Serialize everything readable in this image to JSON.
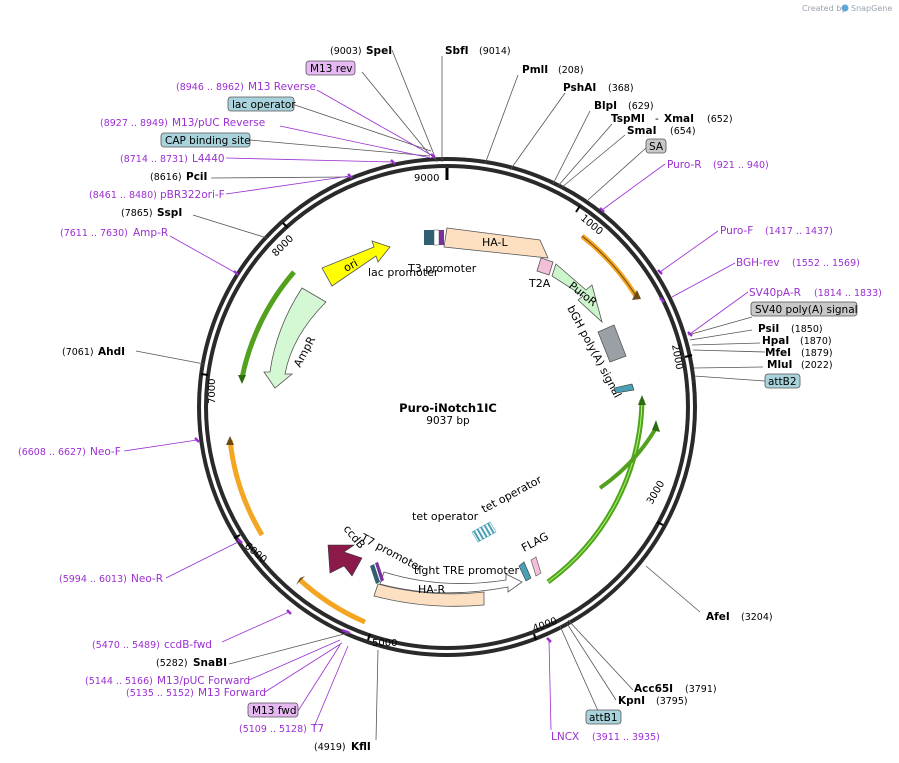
{
  "brand": {
    "prefix": "Created by",
    "name": "SnapGene"
  },
  "plasmid": {
    "name": "Puro-iNotch1IC",
    "length": "9037 bp"
  },
  "ticks": [
    "1000",
    "2000",
    "3000",
    "4000",
    "5000",
    "6000",
    "7000",
    "8000",
    "9000"
  ],
  "sites": {
    "spei": {
      "name": "SpeI",
      "pos": "(9003)"
    },
    "sbfi": {
      "name": "SbfI",
      "pos": "(9014)"
    },
    "pmli": {
      "name": "PmlI",
      "pos": "(208)"
    },
    "pshai": {
      "name": "PshAI",
      "pos": "(368)"
    },
    "blpi": {
      "name": "BlpI",
      "pos": "(629)"
    },
    "tspmi": {
      "name": "TspMI",
      "sep": "-",
      "name2": "XmaI",
      "pos": "(652)"
    },
    "smai": {
      "name": "SmaI",
      "pos": "(654)"
    },
    "psii": {
      "name": "PsiI",
      "pos": "(1850)"
    },
    "hpai": {
      "name": "HpaI",
      "pos": "(1870)"
    },
    "mfei": {
      "name": "MfeI",
      "pos": "(1879)"
    },
    "mlui": {
      "name": "MluI",
      "pos": "(2022)"
    },
    "afei": {
      "name": "AfeI",
      "pos": "(3204)"
    },
    "acc65i": {
      "name": "Acc65I",
      "pos": "(3791)"
    },
    "kpni": {
      "name": "KpnI",
      "pos": "(3795)"
    },
    "kfli": {
      "name": "KflI",
      "pos": "(4919)"
    },
    "snabi": {
      "name": "SnaBI",
      "pos": "(5282)"
    },
    "ahdi": {
      "name": "AhdI",
      "pos": "(7061)"
    },
    "sspi": {
      "name": "SspI",
      "pos": "(7865)"
    },
    "pcii": {
      "name": "PciI",
      "pos": "(8616)"
    }
  },
  "primers": {
    "m13rev_range": {
      "name": "M13 Reverse",
      "pos": "(8946 .. 8962)"
    },
    "m13puc_rev": {
      "name": "M13/pUC Reverse",
      "pos": "(8927 .. 8949)"
    },
    "l4440": {
      "name": "L4440",
      "pos": "(8714 .. 8731)"
    },
    "pbr322": {
      "name": "pBR322ori-F",
      "pos": "(8461 .. 8480)"
    },
    "ampr": {
      "name": "Amp-R",
      "pos": "(7611 .. 7630)"
    },
    "neof": {
      "name": "Neo-F",
      "pos": "(6608 .. 6627)"
    },
    "neor": {
      "name": "Neo-R",
      "pos": "(5994 .. 6013)"
    },
    "ccdbfwd": {
      "name": "ccdB-fwd",
      "pos": "(5470 .. 5489)"
    },
    "m13puc_fwd": {
      "name": "M13/pUC Forward",
      "pos": "(5144 .. 5166)"
    },
    "m13fwd_range": {
      "name": "M13 Forward",
      "pos": "(5135 .. 5152)"
    },
    "t7": {
      "name": "T7",
      "pos": "(5109 .. 5128)"
    },
    "puror": {
      "name": "Puro-R",
      "pos": "(921 .. 940)"
    },
    "purof": {
      "name": "Puro-F",
      "pos": "(1417 .. 1437)"
    },
    "bghrev": {
      "name": "BGH-rev",
      "pos": "(1552 .. 1569)"
    },
    "sv40par": {
      "name": "SV40pA-R",
      "pos": "(1814 .. 1833)"
    },
    "lncx": {
      "name": "LNCX",
      "pos": "(3911 .. 3935)"
    }
  },
  "boxes": {
    "m13rev": "M13 rev",
    "lacop": "lac operator",
    "cap": "CAP binding site",
    "sa": "SA",
    "sv40": "SV40 poly(A) signal",
    "attb2": "attB2",
    "attb1": "attB1",
    "m13fwd": "M13 fwd"
  },
  "features": {
    "hal": "HA-L",
    "t2a": "T2A",
    "puror": "PuroR",
    "bgh": "bGH poly(A) signal",
    "lacprom": "lac promoter",
    "t3prom": "T3 promoter",
    "ori": "ori",
    "ampr": "AmpR",
    "tetop1": "tet operator",
    "tetop2": "tet operator",
    "flag": "FLAG",
    "tre": "tight TRE promoter",
    "har": "HA-R",
    "t7prom": "T7 promoter",
    "ccdb": "ccdB"
  },
  "colors": {
    "primer": "#9b2fd1",
    "box_operator": "#a9d3dc",
    "box_grey": "#c8c8c8",
    "box_primer": "#e6b8f2",
    "orf_green": "#53a11e",
    "orf_orange": "#f4a623",
    "ori_yellow": "#ffff00",
    "ampr_fill": "#d4f7d4",
    "ha_fill": "#fde0c2",
    "ccdb_fill": "#8b1a4a"
  }
}
